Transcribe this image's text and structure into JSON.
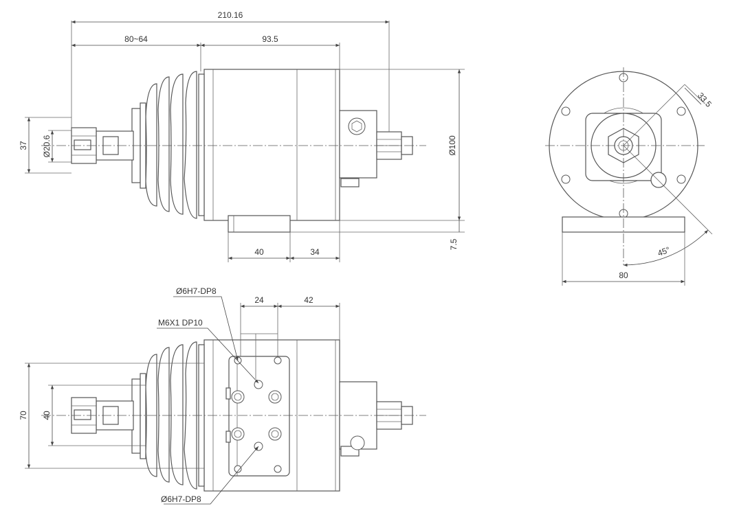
{
  "colors": {
    "line": "#555555",
    "text": "#333333",
    "background": "#ffffff"
  },
  "dims": {
    "total_length": "210.16",
    "stroke_range": "80~64",
    "body_length": "93.5",
    "body_diameter": "Ø100",
    "flange_height": "7.5",
    "foot_a": "40",
    "foot_b": "34",
    "bolt_radius": "33.5",
    "angle": "45°",
    "base_width": "80",
    "collet_diameter": "Ø20.6",
    "collet_height": "37",
    "holes_spacing": "24",
    "holes_offset": "42",
    "side_height": "70",
    "side_inner": "40"
  },
  "notes": {
    "pin_hole_top": "Ø6H7-DP8",
    "thread": "M6X1 DP10",
    "pin_hole_bottom": "Ø6H7-DP8"
  }
}
